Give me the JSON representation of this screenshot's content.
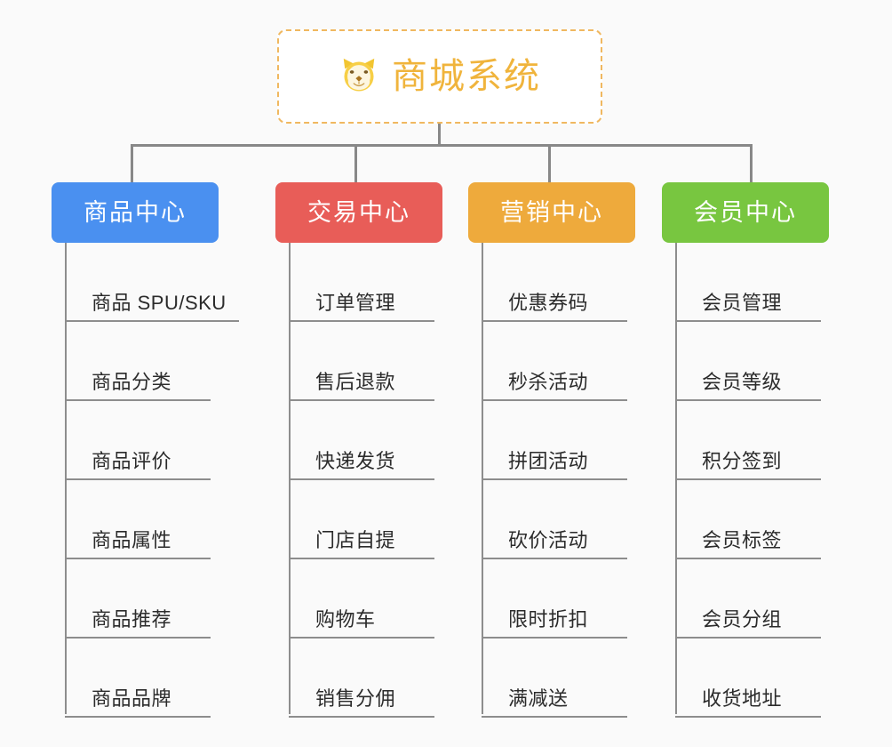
{
  "background_color": "#fafafa",
  "root": {
    "title": "商城系统",
    "icon": "dog-face-emoji",
    "text_color": "#f0b43c",
    "border_color": "#f0b860",
    "background_color": "#ffffff"
  },
  "connector_color": "#888888",
  "columns": [
    {
      "id": "product-center",
      "label": "商品中心",
      "color": "#4a90f0",
      "items": [
        "商品 SPU/SKU",
        "商品分类",
        "商品评价",
        "商品属性",
        "商品推荐",
        "商品品牌"
      ]
    },
    {
      "id": "trade-center",
      "label": "交易中心",
      "color": "#e85d58",
      "items": [
        "订单管理",
        "售后退款",
        "快递发货",
        "门店自提",
        "购物车",
        "销售分佣"
      ]
    },
    {
      "id": "marketing-center",
      "label": "营销中心",
      "color": "#eeaa3c",
      "items": [
        "优惠券码",
        "秒杀活动",
        "拼团活动",
        "砍价活动",
        "限时折扣",
        "满减送"
      ]
    },
    {
      "id": "member-center",
      "label": "会员中心",
      "color": "#78c640",
      "items": [
        "会员管理",
        "会员等级",
        "积分签到",
        "会员标签",
        "会员分组",
        "收货地址"
      ]
    }
  ]
}
